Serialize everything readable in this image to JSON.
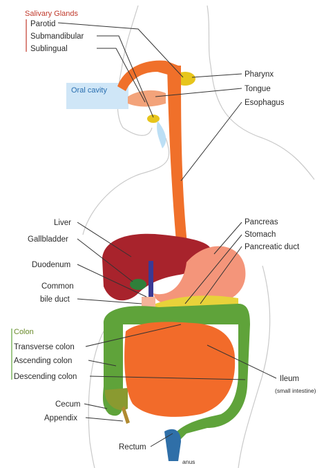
{
  "salivary_glands": {
    "heading": "Salivary Glands",
    "items": [
      "Parotid",
      "Submandibular",
      "Sublingual"
    ]
  },
  "oral_cavity": "Oral cavity",
  "right_labels": {
    "pharynx": "Pharynx",
    "tongue": "Tongue",
    "esophagus": "Esophagus",
    "pancreas": "Pancreas",
    "stomach": "Stomach",
    "pancreatic_duct": "Pancreatic duct",
    "ileum": "Ileum",
    "ileum_note": "(small intestine)",
    "anus": "anus"
  },
  "left_labels": {
    "liver": "Liver",
    "gallbladder": "Gallbladder",
    "duodenum": "Duodenum",
    "common_bile_duct_1": "Common",
    "common_bile_duct_2": "bile duct",
    "cecum": "Cecum",
    "appendix": "Appendix",
    "rectum": "Rectum"
  },
  "colon": {
    "heading": "Colon",
    "items": [
      "Transverse colon",
      "Ascending colon",
      "Descending colon"
    ]
  },
  "colors": {
    "heading_red": "#c0392b",
    "colon_green": "#5fa33a",
    "liver": "#a8232c",
    "esophagus": "#f0702a",
    "small_intestine": "#f26b2a",
    "pancreas": "#e8d23a",
    "oral_cavity_box": "#cfe6f7"
  }
}
